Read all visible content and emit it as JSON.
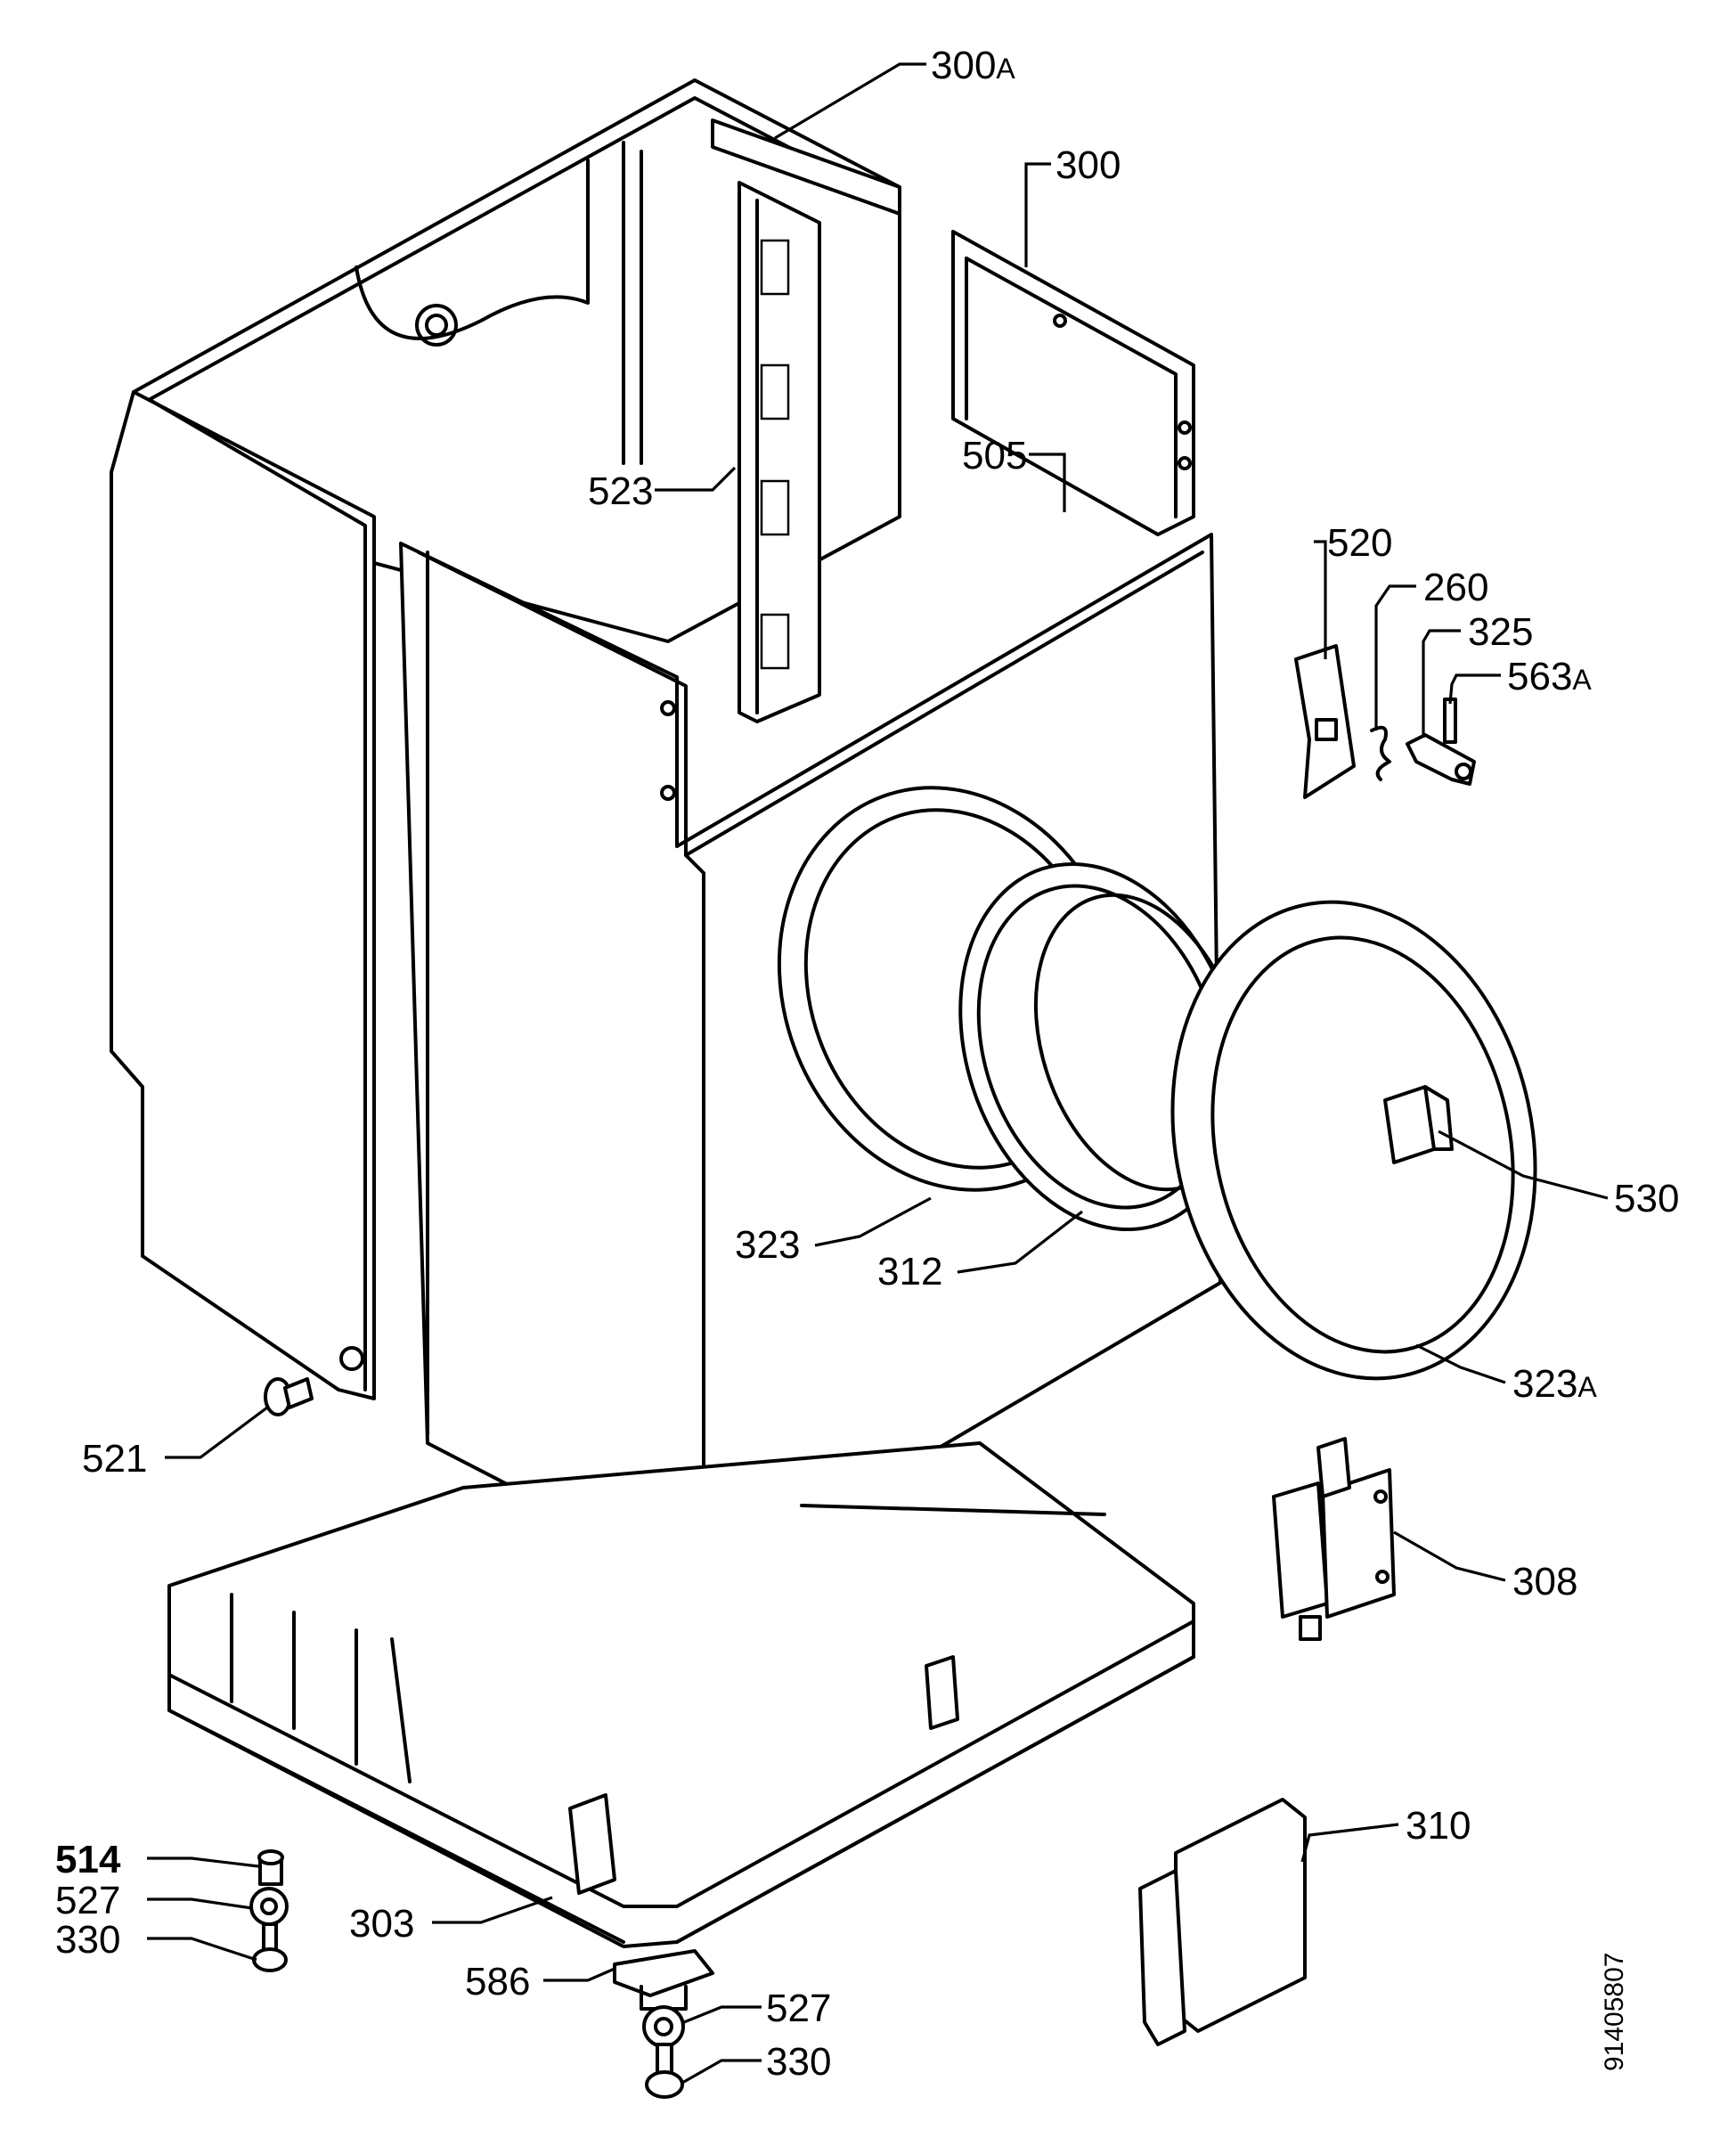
{
  "drawing": {
    "document_number": "91405807",
    "callouts": [
      {
        "id": "c300a",
        "number": "300",
        "suffix": "A"
      },
      {
        "id": "c300",
        "number": "300",
        "suffix": ""
      },
      {
        "id": "c523",
        "number": "523",
        "suffix": ""
      },
      {
        "id": "c505",
        "number": "505",
        "suffix": ""
      },
      {
        "id": "c520",
        "number": "520",
        "suffix": ""
      },
      {
        "id": "c260",
        "number": "260",
        "suffix": ""
      },
      {
        "id": "c325",
        "number": "325",
        "suffix": ""
      },
      {
        "id": "c563a",
        "number": "563",
        "suffix": "A"
      },
      {
        "id": "c530",
        "number": "530",
        "suffix": ""
      },
      {
        "id": "c323",
        "number": "323",
        "suffix": ""
      },
      {
        "id": "c312",
        "number": "312",
        "suffix": ""
      },
      {
        "id": "c323a",
        "number": "323",
        "suffix": "A"
      },
      {
        "id": "c521",
        "number": "521",
        "suffix": ""
      },
      {
        "id": "c308",
        "number": "308",
        "suffix": ""
      },
      {
        "id": "c310",
        "number": "310",
        "suffix": ""
      },
      {
        "id": "c303",
        "number": "303",
        "suffix": ""
      },
      {
        "id": "c514",
        "number": "514",
        "suffix": ""
      },
      {
        "id": "c527a",
        "number": "527",
        "suffix": ""
      },
      {
        "id": "c330a",
        "number": "330",
        "suffix": ""
      },
      {
        "id": "c586",
        "number": "586",
        "suffix": ""
      },
      {
        "id": "c527b",
        "number": "527",
        "suffix": ""
      },
      {
        "id": "c330b",
        "number": "330",
        "suffix": ""
      }
    ]
  }
}
